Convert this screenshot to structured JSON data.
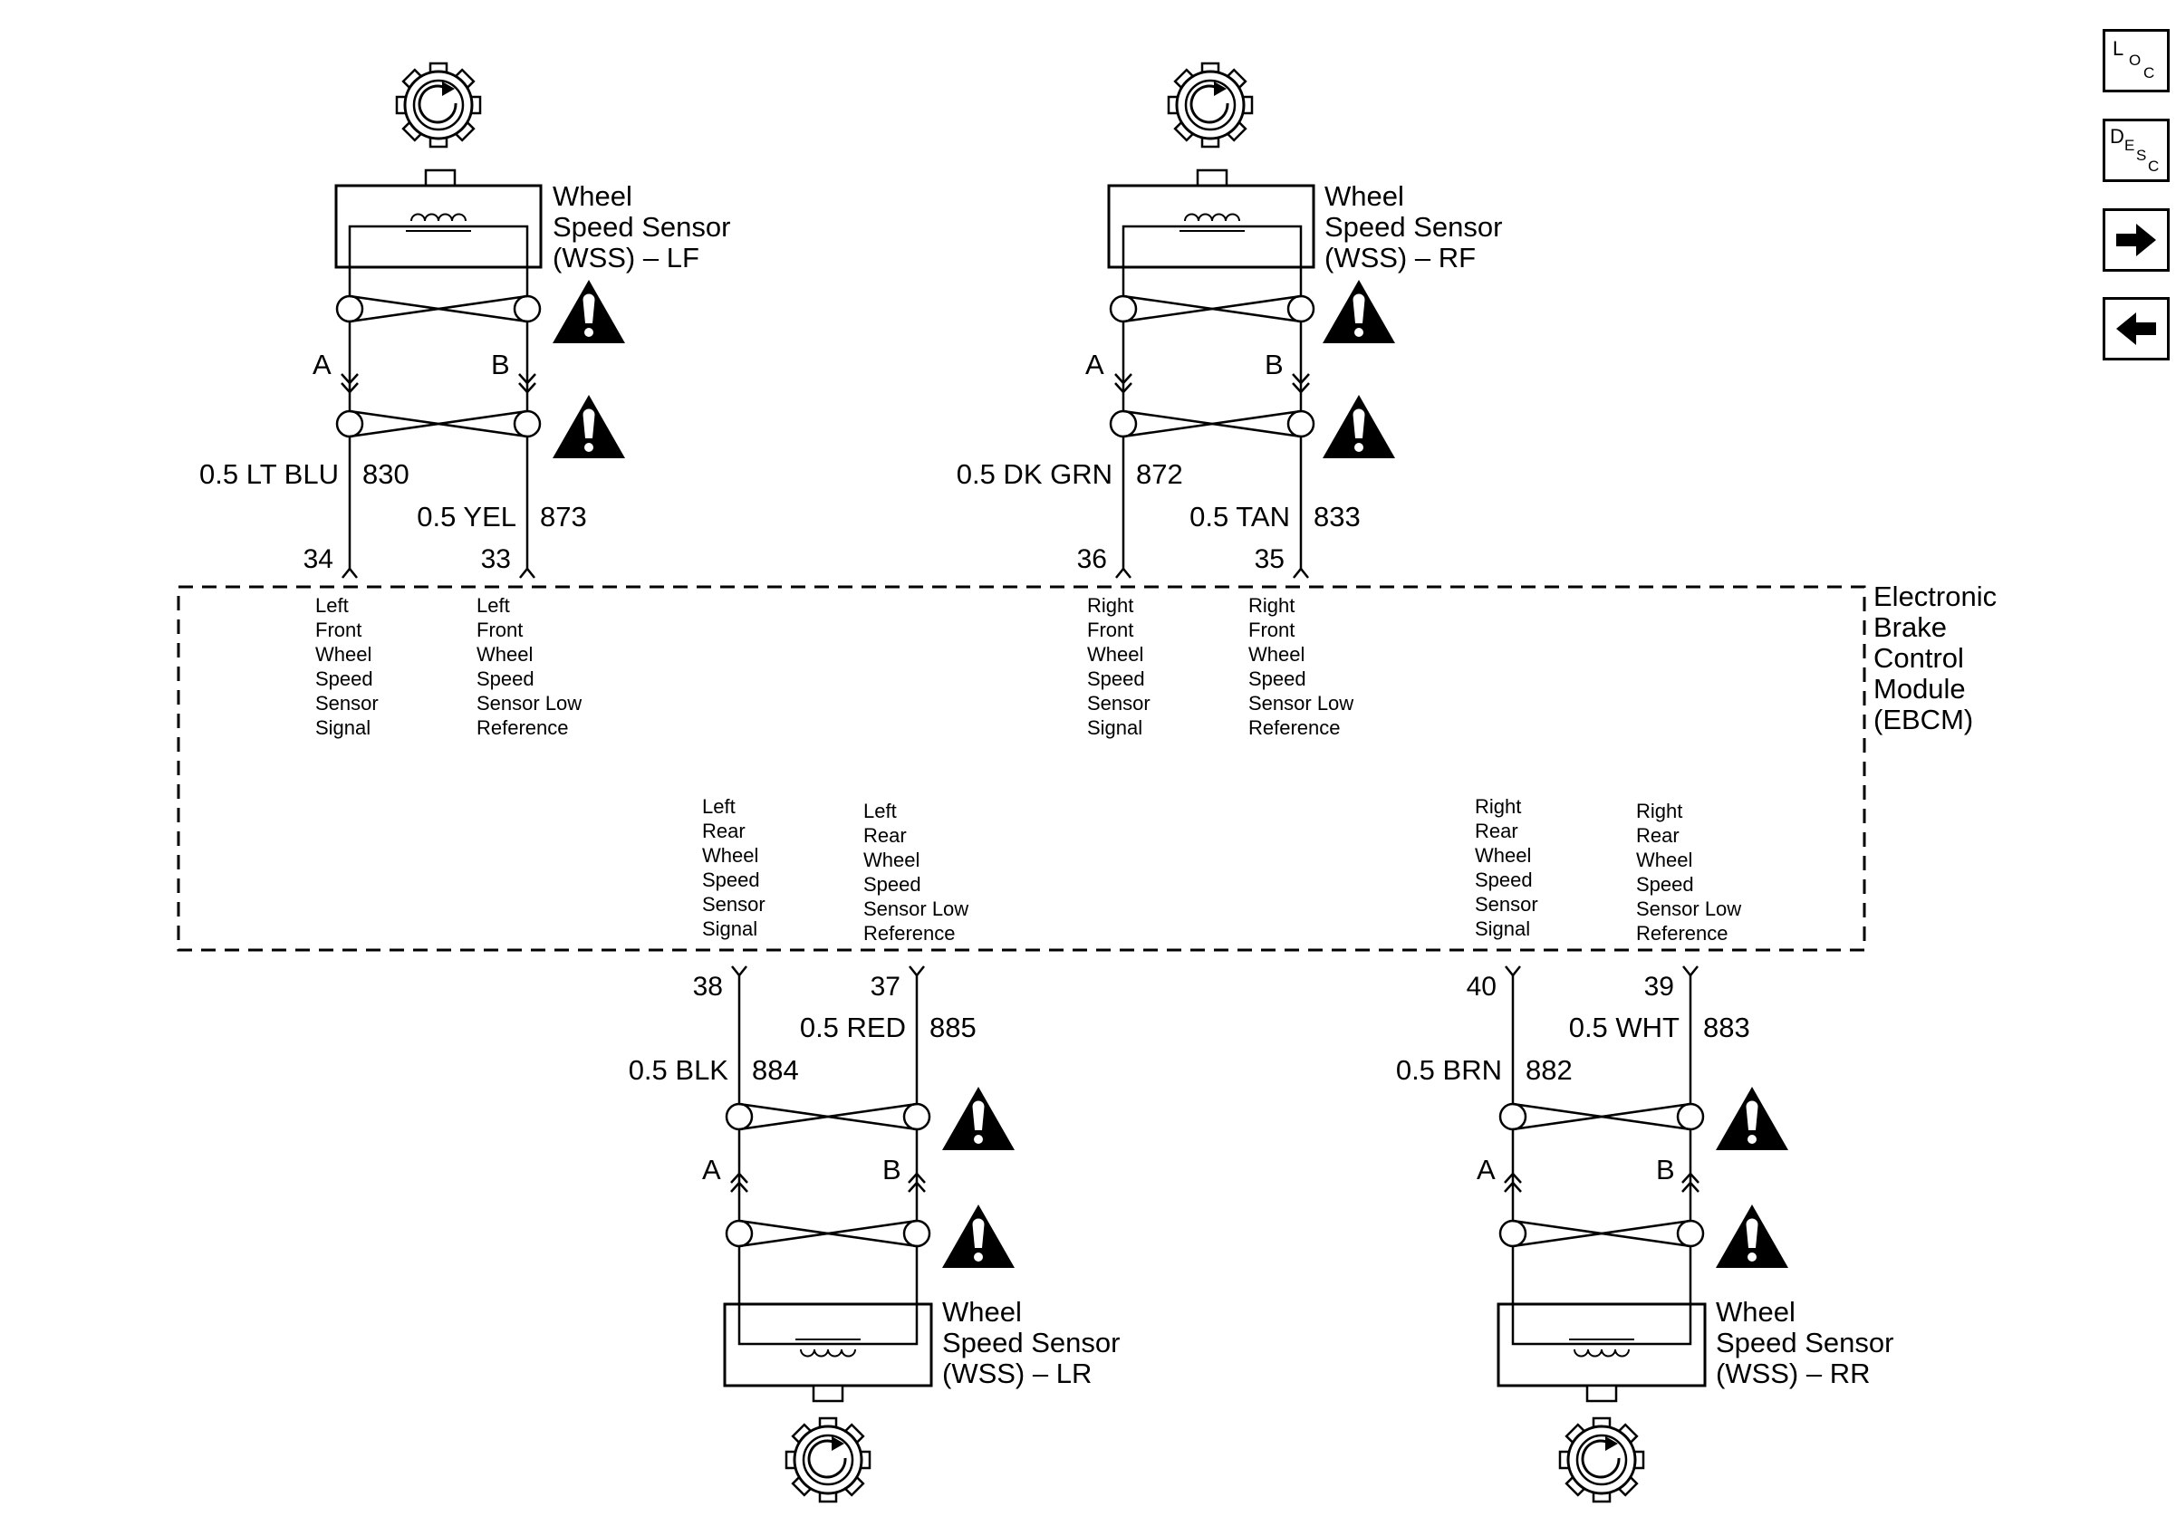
{
  "module": {
    "lines": [
      "Electronic",
      "Brake",
      "Control",
      "Module",
      "(EBCM)"
    ]
  },
  "sensors": {
    "lf": {
      "lines": [
        "Wheel",
        "Speed Sensor",
        "(WSS) – LF"
      ]
    },
    "rf": {
      "lines": [
        "Wheel",
        "Speed Sensor",
        "(WSS) – RF"
      ]
    },
    "lr": {
      "lines": [
        "Wheel",
        "Speed Sensor",
        "(WSS) – LR"
      ]
    },
    "rr": {
      "lines": [
        "Wheel",
        "Speed Sensor",
        "(WSS) – RR"
      ]
    }
  },
  "terminals": {
    "a": "A",
    "b": "B"
  },
  "wires": {
    "lf_a": {
      "spec": "0.5 LT BLU",
      "circuit": "830",
      "pin": "34",
      "desc": [
        "Left",
        "Front",
        "Wheel",
        "Speed",
        "Sensor",
        "Signal"
      ]
    },
    "lf_b": {
      "spec": "0.5 YEL",
      "circuit": "873",
      "pin": "33",
      "desc": [
        "Left",
        "Front",
        "Wheel",
        "Speed",
        "Sensor Low",
        "Reference"
      ]
    },
    "rf_a": {
      "spec": "0.5 DK GRN",
      "circuit": "872",
      "pin": "36",
      "desc": [
        "Right",
        "Front",
        "Wheel",
        "Speed",
        "Sensor",
        "Signal"
      ]
    },
    "rf_b": {
      "spec": "0.5 TAN",
      "circuit": "833",
      "pin": "35",
      "desc": [
        "Right",
        "Front",
        "Wheel",
        "Speed",
        "Sensor Low",
        "Reference"
      ]
    },
    "lr_a": {
      "spec": "0.5 BLK",
      "circuit": "884",
      "pin": "38",
      "desc": [
        "Left",
        "Rear",
        "Wheel",
        "Speed",
        "Sensor",
        "Signal"
      ]
    },
    "lr_b": {
      "spec": "0.5 RED",
      "circuit": "885",
      "pin": "37",
      "desc": [
        "Left",
        "Rear",
        "Wheel",
        "Speed",
        "Sensor Low",
        "Reference"
      ]
    },
    "rr_a": {
      "spec": "0.5 BRN",
      "circuit": "882",
      "pin": "40",
      "desc": [
        "Right",
        "Rear",
        "Wheel",
        "Speed",
        "Sensor",
        "Signal"
      ]
    },
    "rr_b": {
      "spec": "0.5 WHT",
      "circuit": "883",
      "pin": "39",
      "desc": [
        "Right",
        "Rear",
        "Wheel",
        "Speed",
        "Sensor Low",
        "Reference"
      ]
    }
  },
  "nav": {
    "loc": {
      "big": "L",
      "sub1": "O",
      "sub2": "C"
    },
    "desc": {
      "big": "D",
      "sub1": "E",
      "sub2": "S",
      "sub3": "C"
    },
    "forward_icon": "arrow-right-icon",
    "back_icon": "arrow-left-icon"
  },
  "icons": {
    "sensor": "tone-wheel-icon",
    "warning": "caution-triangle-icon",
    "shield": "twisted-pair-icon"
  },
  "colors": {
    "ink": "#000000",
    "background": "#ffffff"
  }
}
